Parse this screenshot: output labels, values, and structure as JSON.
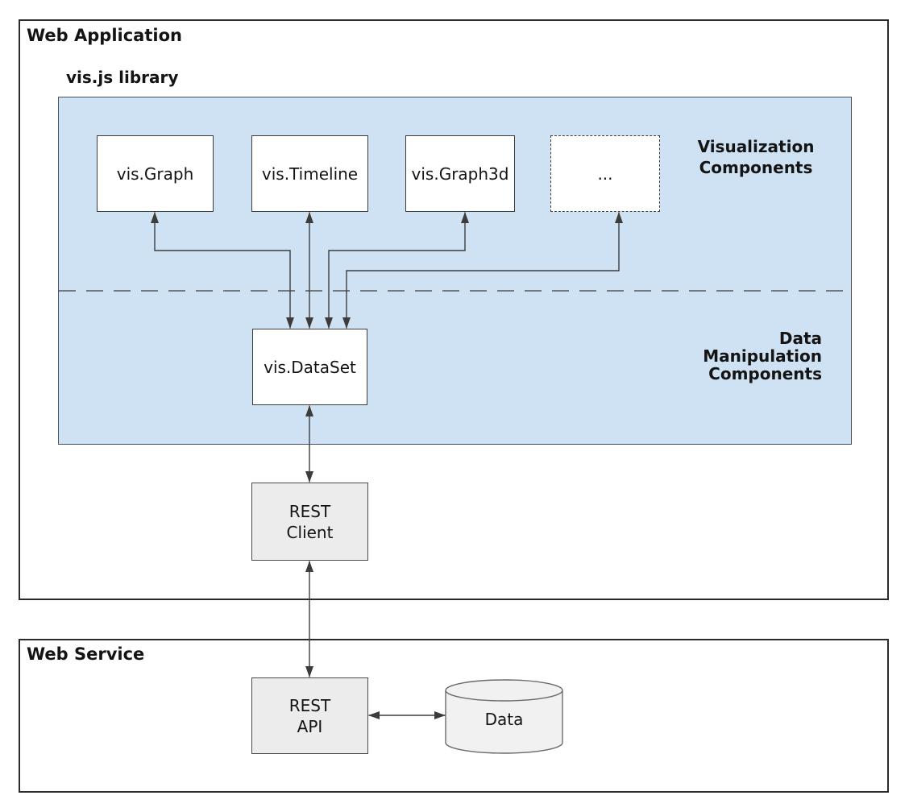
{
  "colors": {
    "page_bg": "#ffffff",
    "text": "#141414",
    "outer_border": "#2b2b2b",
    "library_fill": "#cfe2f3",
    "library_border": "#47525a",
    "node_fill": "#ffffff",
    "node_border": "#3b3b3b",
    "service_node_fill": "#ececec",
    "cylinder_fill": "#f1f1f1",
    "cylinder_border": "#6b6b6b",
    "connector": "#3c3c3c"
  },
  "web_application": {
    "title": "Web Application",
    "library": {
      "title": "vis.js library",
      "section_labels": {
        "visualization": "Visualization\nComponents",
        "data_manipulation": "Data\nManipulation\nComponents"
      },
      "components": [
        {
          "label": "vis.Graph"
        },
        {
          "label": "vis.Timeline"
        },
        {
          "label": "vis.Graph3d"
        },
        {
          "label": "..."
        }
      ],
      "dataset_label": "vis.DataSet"
    },
    "rest_client_label": "REST\nClient"
  },
  "web_service": {
    "title": "Web Service",
    "rest_api_label": "REST\nAPI",
    "data_store_label": "Data"
  }
}
